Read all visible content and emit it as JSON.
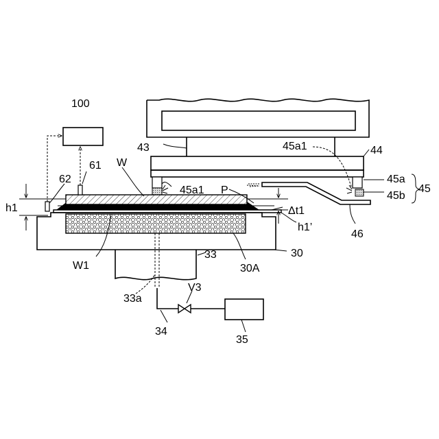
{
  "labels": {
    "controller": "100",
    "sensor_61": "61",
    "sensor_62": "62",
    "wafer": "W",
    "wafer_layer": "W1",
    "gap_h1": "h1",
    "gap_h1_prime": "h1’",
    "table": "30",
    "table_top": "30A",
    "shaft": "33",
    "suction_path": "33a",
    "line": "34",
    "valve": "V3",
    "pump": "35",
    "head": "43",
    "press_plate": "44",
    "nozzle_ref": "45a1",
    "nozzle_ref_2": "45a1",
    "point_p": "P",
    "member_45a": "45a",
    "member_45b": "45b",
    "member_45": "45",
    "delta_t": "Δt1",
    "arm": "46"
  }
}
